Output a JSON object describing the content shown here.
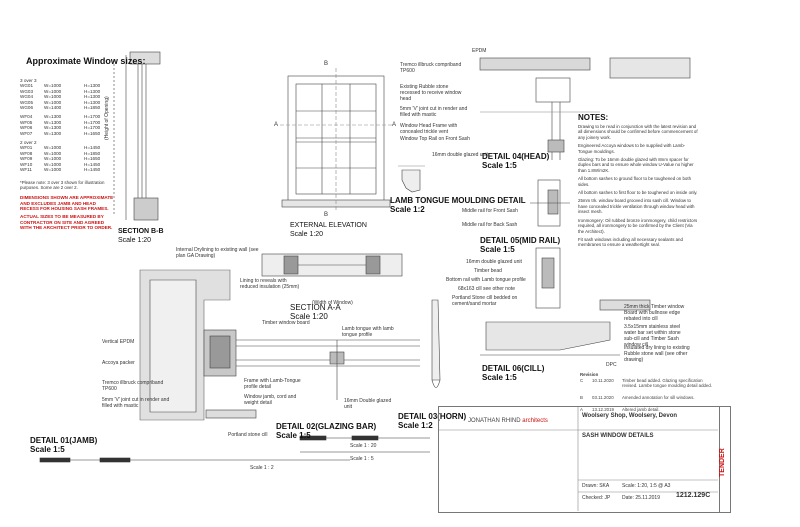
{
  "colors": {
    "ink": "#333333",
    "accent_red": "#cc1111",
    "wall_hatch": "#999999"
  },
  "window_sizes": {
    "title": "Approximate Window sizes:",
    "groups": [
      {
        "label": "3 over 3",
        "rows": [
          [
            "WG01",
            "W=1000",
            "H=1300"
          ],
          [
            "WG03",
            "W=1000",
            "H=1300"
          ],
          [
            "WG04",
            "W=1000",
            "H=1300"
          ],
          [
            "WG05",
            "W=1000",
            "H=1300"
          ],
          [
            "WG06",
            "W=1400",
            "H=1850"
          ]
        ]
      },
      {
        "label": "",
        "rows": [
          [
            "WF04",
            "W=1300",
            "H=1700"
          ],
          [
            "WF05",
            "W=1300",
            "H=1700"
          ],
          [
            "WF06",
            "W=1300",
            "H=1700"
          ],
          [
            "WF07",
            "W=1300",
            "H=1650"
          ]
        ]
      },
      {
        "label": "2 over 2",
        "rows": [
          [
            "WF01",
            "W=1000",
            "H=1450"
          ],
          [
            "WF08",
            "W=1000",
            "H=1850"
          ],
          [
            "WF09",
            "W=1000",
            "H=1650"
          ],
          [
            "WF10",
            "W=1000",
            "H=1450"
          ],
          [
            "WF11",
            "W=1000",
            "H=1450"
          ]
        ]
      }
    ],
    "note": "*Please note: 3 over 3 shown for illustration purposes. Some are 2 over 2.",
    "warning_1": "DIMENSIONS SHOWN ARE APPROXIMATE AND EXCLUDES JAMB AND HEAD RECESS FOR HOUSING SASH FRAMES.",
    "warning_2": "ACTUAL SIZES TO BE MEASURED BY CONTRACTOR ON SITE AND AGREED WITH THE ARCHITECT PRIOR TO ORDER."
  },
  "titles": {
    "section_bb": "SECTION B-B",
    "section_bb_scale": "Scale 1:20",
    "elevation": "EXTERNAL ELEVATION",
    "elevation_scale": "Scale 1:20",
    "lamb": "LAMB TONGUE MOULDING DETAIL",
    "lamb_scale": "Scale 1:2",
    "section_aa": "SECTION A-A",
    "section_aa_scale": "Scale 1:20",
    "d04": "DETAIL 04(HEAD)",
    "d04_scale": "Scale 1:5",
    "d05": "DETAIL 05(MID RAIL)",
    "d05_scale": "Scale 1:5",
    "d06": "DETAIL 06(CILL)",
    "d06_scale": "Scale 1:5",
    "d01": "DETAIL 01(JAMB)",
    "d01_scale": "Scale 1:5",
    "d02": "DETAIL 02(GLAZING BAR)",
    "d02_scale": "Scale 1:5",
    "d03": "DETAIL 03(HORN)",
    "d03_scale": "Scale 1:2"
  },
  "labels": {
    "epdm": "EPDM",
    "tremco": "Tremco illbruck compriband TP600",
    "rubble": "Existing Rubble stone recessed to receive window head",
    "joint": "5mm 'V' joint cut in render and filled with mastic",
    "head_frames": "Window Head Frame with concealed trickle vent",
    "top_rail": "Window Top Rail on Front Sash",
    "glazed16": "16mm double glazed unit",
    "mid_front": "Middle rail for Front Sash",
    "mid_back": "Middle rail for Back Sash",
    "dry_lining": "Internal Drylining to existing wall (see plan GA Drawing)",
    "reveals": "Lining to reveals with reduced insulation (25mm)",
    "timber_board": "Timber window board",
    "vertical_epdm": "Vertical EPDM",
    "packer": "Accoya packer",
    "tremco2": "Tremco illbruck compriband TP600",
    "joint2": "5mm 'V' joint cut in render and filled with mastic",
    "lamb_frame": "Frame with Lamb-Tongue profile detail",
    "jamb": "Window jamb, cord and weight detail",
    "portland": "Portland stone cill",
    "lamb_bar": "Lamb tongue with lamb tongue profile",
    "glazed16b": "16mm Double glazed unit",
    "width_window": "(Width of Window)",
    "height_opening": "(Height of Opening)",
    "timber_bead": "Timber bead",
    "bottom_rail": "Bottom rail with Lamb tongue profile",
    "size68": "68x163 cill see other note",
    "stone_cill": "Portland Stone cill bedded on cement/sand mortar",
    "board25": "25mm thick Timber window Board with bullnose edge rebated into cill",
    "steel_bar": "3.5x15mm stainless steel water bar set within stone sub-cill and Timber Sash window cill",
    "insulated": "Insulated dry lining to existing Rubble stone wall (see other drawing)",
    "dpc": "DPC",
    "mark_a": "A",
    "mark_b": "B"
  },
  "notes": {
    "title": "NOTES:",
    "items": [
      "Drawing to be read in conjunction with the latest revision and all dimensions should be confirmed before commencement of any joinery work.",
      "Engineered Accoya windows to be supplied with Lamb-Tongue mouldings.",
      "Glazing: To be 16mm double glazed with 8mm spacer for duplex bars and to ensure whole window U-Value no higher than 1.8W/m2K.",
      "All bottom sashes to ground floor to be toughened on both sides.",
      "All bottom sashes to first floor to be toughened on inside only.",
      "25mm trk. window board grooved into sash cill. Window to have concealed trickle ventilation through window head with insect mesh.",
      "Ironmongery: Oil rubbed bronze ironmongery, child restrictors required, all ironmongery to be confirmed by the Client (Via the Architect).",
      "Fit sash windows including all necessary sealants and membranes to ensure a weathertight seal."
    ]
  },
  "revisions": {
    "header": "Revision",
    "rows": [
      {
        "rev": "C",
        "date": "10.11.2020",
        "text": "Timber bead added. Glazing specification revised. Lambe tongue moulding detail added."
      },
      {
        "rev": "B",
        "date": "03.11.2020",
        "text": "Amended annotation for sill windows."
      },
      {
        "rev": "A",
        "date": "13.12.2019",
        "text": "Altered jamb detail."
      }
    ]
  },
  "title_block": {
    "firm": "JONATHAN RHIND",
    "firm_suffix": "architects",
    "project": "Woolsery Shop, Woolsery, Devon",
    "drawing": "SASH WINDOW DETAILS",
    "drawn": "Drawn: SKA",
    "scale": "Scale: 1:20, 1:5 @ A3",
    "checked": "Checked: JP",
    "date": "Date: 25.11.2019",
    "number": "1212.129C",
    "status": "TENDER"
  },
  "scale_bars": [
    "Scale 1 : 2",
    "Scale 1 : 20",
    "Scale 1 : 5"
  ]
}
